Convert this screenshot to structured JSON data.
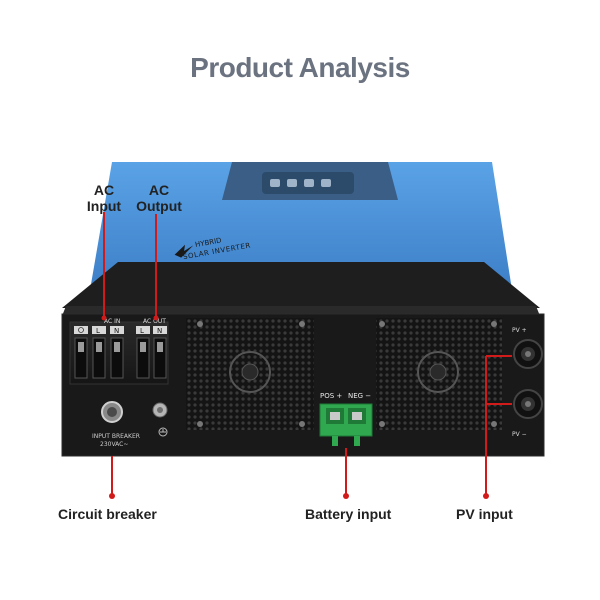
{
  "title": "Product Analysis",
  "device": {
    "brand_line1": "HYBRID",
    "brand_line2": "SOLAR INVERTER",
    "ac_in_panel": "AC IN",
    "ac_out_panel": "AC OUT",
    "terminal_L": "L",
    "terminal_N": "N",
    "breaker_line1": "INPUT  BREAKER",
    "breaker_line2": "230VAC~",
    "pos": "POS +",
    "neg": "NEG −",
    "pv_plus": "PV +",
    "pv_minus": "PV −"
  },
  "labels": {
    "ac_input_1": "AC",
    "ac_input_2": "Input",
    "ac_output_1": "AC",
    "ac_output_2": "Output",
    "circuit_breaker": "Circuit breaker",
    "battery_input": "Battery input",
    "pv_input": "PV input"
  },
  "colors": {
    "title": "#6b7280",
    "case_blue": "#4a90d9",
    "panel_black": "#1b1b1b",
    "callout_red": "#d11b1b",
    "terminal_green": "#2fa84f"
  }
}
